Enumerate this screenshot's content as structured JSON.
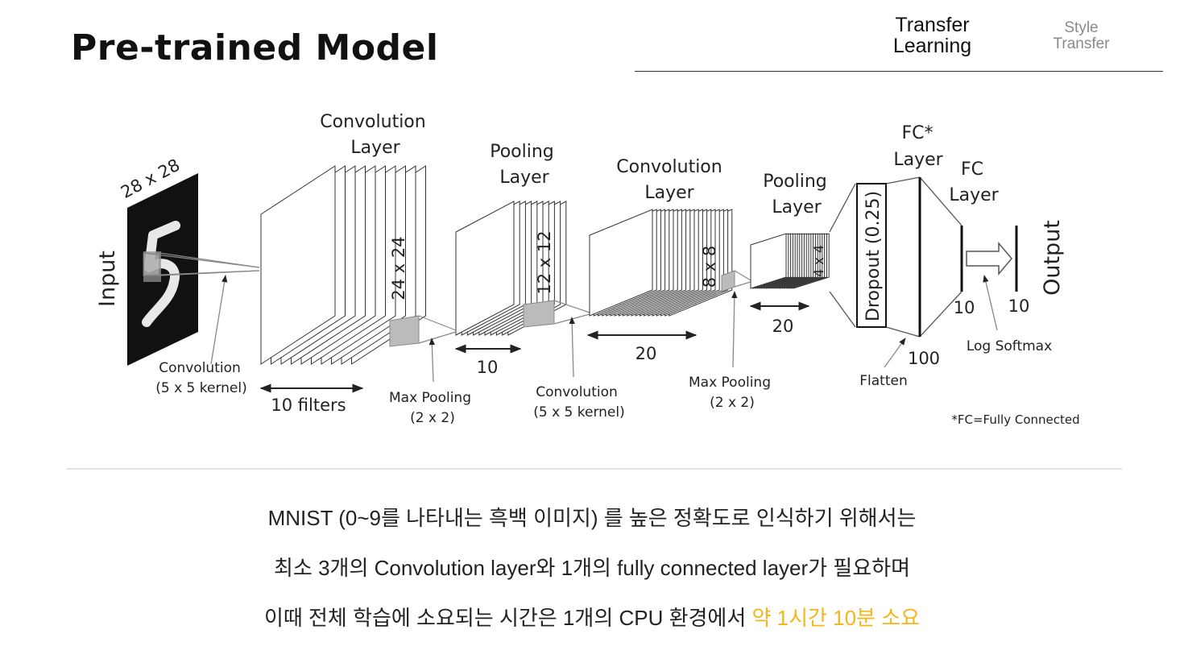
{
  "header": {
    "title": "Pre-trained Model",
    "tabs": [
      {
        "line1": "Transfer",
        "line2": "Learning",
        "active": true
      },
      {
        "line1": "Style",
        "line2": "Transfer",
        "active": false
      }
    ]
  },
  "diagram": {
    "input_label": "Input",
    "input_size": "28 x 28",
    "conv1": {
      "title1": "Convolution",
      "title2": "Layer",
      "size": "24 x 24",
      "filters": "10 filters"
    },
    "conv1_kernel": {
      "line1": "Convolution",
      "line2": "(5 x 5 kernel)"
    },
    "pool1": {
      "title1": "Pooling",
      "title2": "Layer",
      "size": "12 x 12",
      "count": "10"
    },
    "pool1_op": {
      "line1": "Max Pooling",
      "line2": "(2 x 2)"
    },
    "conv2": {
      "title1": "Convolution",
      "title2": "Layer",
      "size": "8 x 8",
      "count": "20"
    },
    "conv2_kernel": {
      "line1": "Convolution",
      "line2": "(5 x 5 kernel)"
    },
    "pool2": {
      "title1": "Pooling",
      "title2": "Layer",
      "size": "4 x 4",
      "count": "20"
    },
    "pool2_op": {
      "line1": "Max Pooling",
      "line2": "(2 x 2)"
    },
    "dropout_label": "Dropout (0.25)",
    "flatten_label": "Flatten",
    "fc1": {
      "title1": "FC*",
      "title2": "Layer",
      "count": "100"
    },
    "fc2": {
      "title1": "FC",
      "title2": "Layer",
      "count": "10"
    },
    "output_count": "10",
    "softmax_label": "Log Softmax",
    "output_label": "Output",
    "footnote": "*FC=Fully Connected"
  },
  "caption": {
    "line1": "MNIST (0~9를 나타내는 흑백 이미지) 를 높은 정확도로 인식하기 위해서는",
    "line2": "최소 3개의 Convolution layer와 1개의 fully connected layer가 필요하며",
    "line3_plain": "이때 전체 학습에 소요되는 시간은 1개의 CPU 환경에서 ",
    "line3_highlight": "약 1시간 10분 소요",
    "highlight_color": "#f5b51b"
  }
}
